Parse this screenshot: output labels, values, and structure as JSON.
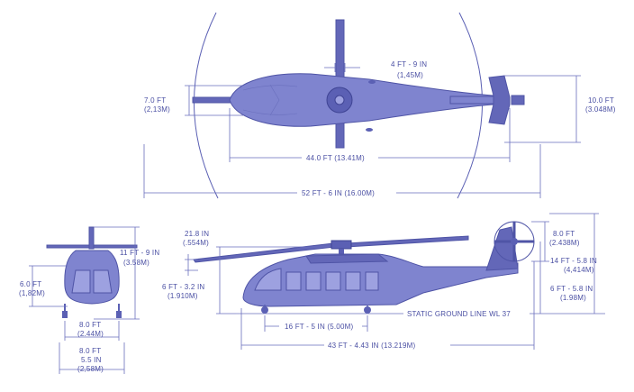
{
  "colors": {
    "ink": "#4a4fa3",
    "fuselage": "#7f84cf",
    "background": "#ffffff"
  },
  "top_view": {
    "rotor_blade_width": {
      "ft": "4 FT - 9 IN",
      "m": "(1,45M)"
    },
    "fuselage_width": {
      "ft": "7.0 FT",
      "m": "(2,13M)"
    },
    "tail_width": {
      "ft": "10.0 FT",
      "m": "(3.048M)"
    },
    "fuselage_length": {
      "ft": "44.0 FT (13.41M)"
    },
    "rotor_diameter": {
      "ft": "52 FT - 6 IN  (16.00M)"
    }
  },
  "front_view": {
    "overall_height": {
      "ft": "11 FT - 9 IN",
      "m": "(3.58M)"
    },
    "body_height": {
      "ft": "6.0 FT",
      "m": "(1,82M)"
    },
    "main_gear_track": {
      "ft": "8.0 FT",
      "m": "(2.44M)"
    },
    "width": {
      "ft": "8.0 FT",
      "m": "5.5 IN",
      "m2": "(2,58M)"
    }
  },
  "side_view": {
    "blade_droop": {
      "in": "21.8 IN",
      "m": "(.554M)"
    },
    "rotor_height": {
      "ft": "6 FT - 3.2 IN",
      "m": "(1.910M)"
    },
    "tail_rotor_diameter": {
      "ft": "8.0 FT",
      "m": "(2.438M)"
    },
    "tail_height": {
      "ft": "14 FT - 5.8 IN",
      "m": "(4,414M)"
    },
    "tail_rotor_hub_height": {
      "ft": "6 FT - 5.8 IN",
      "m": "(1.98M)"
    },
    "ground_line": "STATIC GROUND LINE WL 37",
    "wheelbase": {
      "ft": "16 FT - 5 IN  (5.00M)"
    },
    "overall_length": {
      "ft": "43 FT - 4.43 IN  (13.219M)"
    }
  }
}
